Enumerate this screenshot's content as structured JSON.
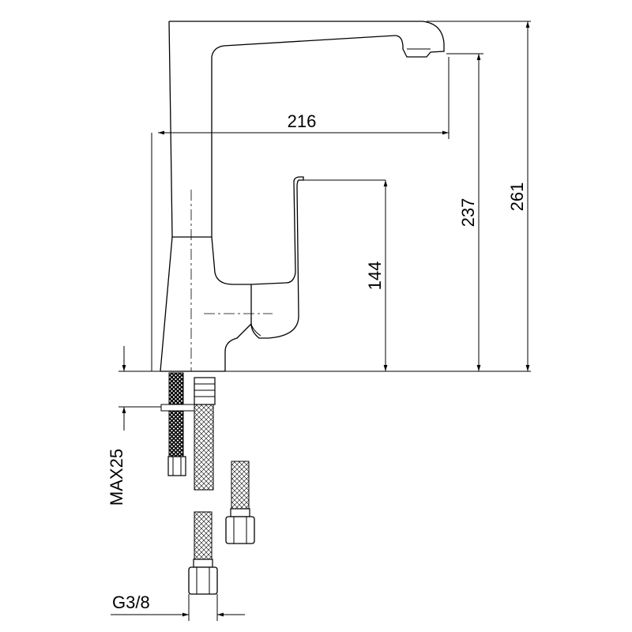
{
  "dimensions": {
    "spout_reach": "216",
    "spout_height": "237",
    "total_height": "261",
    "lever_height": "144",
    "max_deck_thickness": "MAX25",
    "thread_size": "G3/8"
  }
}
